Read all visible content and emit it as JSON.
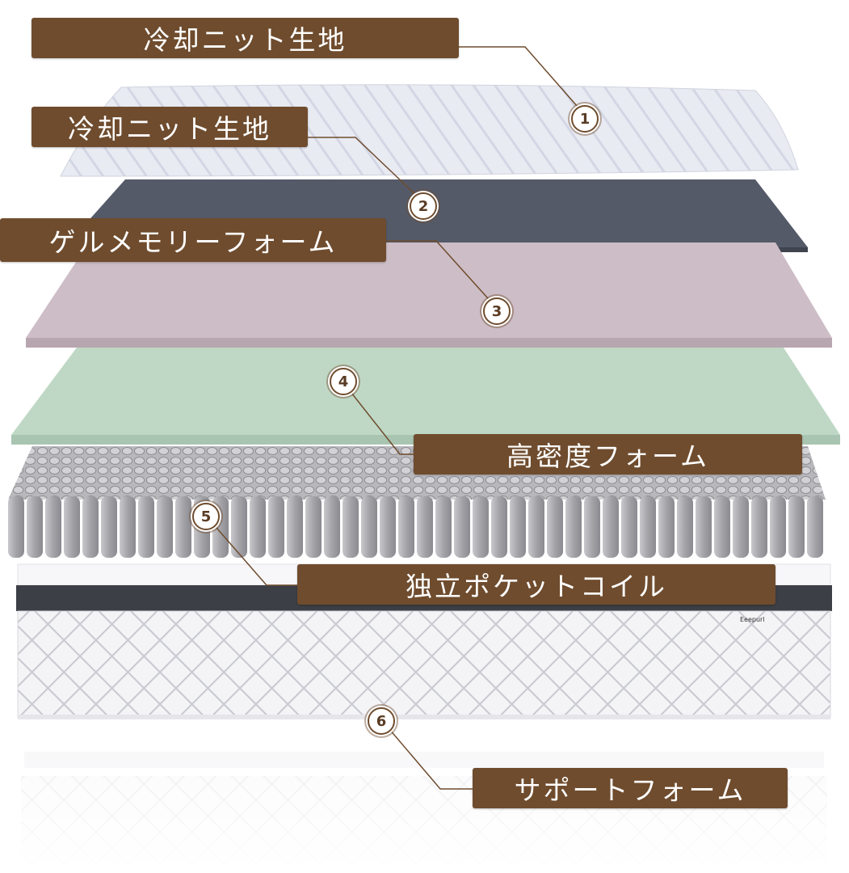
{
  "layers": [
    {
      "id": 1,
      "name": "冷却ニット生地",
      "number": "1",
      "color": "#e7e9f1"
    },
    {
      "id": 2,
      "name": "冷却ニット生地",
      "number": "2",
      "color": "#545a68"
    },
    {
      "id": 3,
      "name": "ゲルメモリーフォーム",
      "number": "3",
      "color": "#cdbdc6"
    },
    {
      "id": 4,
      "name": "高密度フォーム",
      "number": "4",
      "color": "#bfd8c5"
    },
    {
      "id": 5,
      "name": "独立ポケットコイル",
      "number": "5",
      "color": "#a9a9ad"
    },
    {
      "id": 6,
      "name": "サポートフォーム",
      "number": "6",
      "color": "#f2f2f5"
    }
  ],
  "brand_label": "Eeepurl",
  "label_color": "#6f4c2e"
}
